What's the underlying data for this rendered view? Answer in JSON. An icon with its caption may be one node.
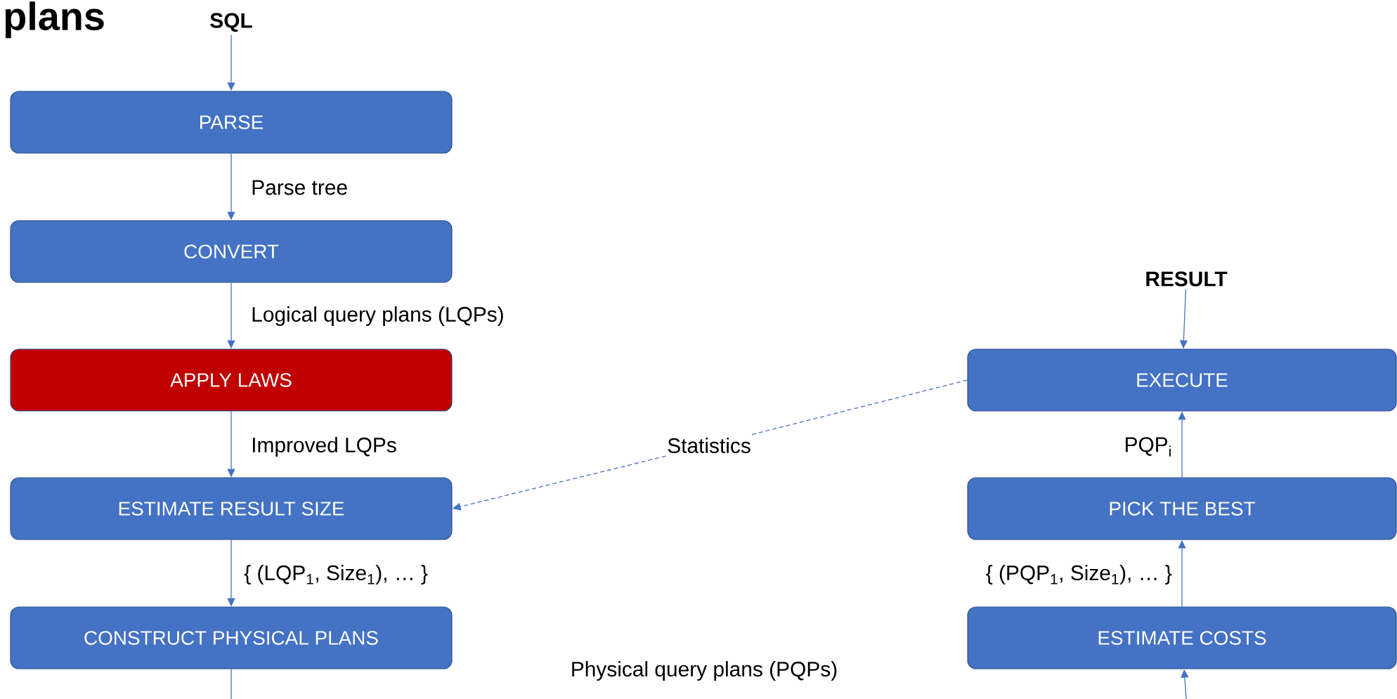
{
  "diagram": {
    "title": "plans",
    "nodes": [
      {
        "text": [
          "SQL"
        ]
      },
      {
        "text": [
          "PARSE"
        ]
      },
      {
        "text": [
          "CONVERT"
        ]
      },
      {
        "text": [
          "APPLY LAWS"
        ]
      },
      {
        "text": [
          "ESTIMATE RESULT SIZE"
        ]
      },
      {
        "text": [
          "CONSTRUCT PHYSICAL PLANS"
        ]
      },
      {
        "text": [
          "RESULT"
        ]
      },
      {
        "text": [
          "EXECUTE"
        ]
      },
      {
        "text": [
          "PICK THE BEST"
        ]
      },
      {
        "text": [
          "ESTIMATE COSTS"
        ]
      },
      {
        "text": [
          "Statistics"
        ]
      }
    ],
    "edges": [
      {
        "from": 0,
        "to": 1,
        "arrow": "to"
      },
      {
        "from": 1,
        "to": 2,
        "arrow": "to",
        "label": "Parse tree"
      },
      {
        "from": 2,
        "to": 3,
        "arrow": "to",
        "label": "Logical query plans (LQPs)"
      },
      {
        "from": 3,
        "to": 4,
        "arrow": "to",
        "label": "Improved LQPs"
      },
      {
        "from": 4,
        "to": 5,
        "arrow": "to",
        "label": "{ (LQP$_{1}$, Size$_{1}$), … }"
      },
      {
        "from": 5,
        "to": null,
        "arrow": "none"
      },
      {
        "from": null,
        "to": 9,
        "arrow": "to"
      },
      {
        "from": 9,
        "to": 8,
        "arrow": "to",
        "label": "{ (PQP$_{1}$, Size$_{1}$), … }"
      },
      {
        "from": 8,
        "to": 7,
        "arrow": "to",
        "label": "PQP$_{i}$"
      },
      {
        "from": 6,
        "to": 7,
        "arrow": "to"
      },
      {
        "from": 7,
        "to": 10,
        "arrow": "none",
        "style": "dashed"
      },
      {
        "from": 10,
        "to": 4,
        "arrow": "to",
        "style": "dashed"
      }
    ],
    "labels": [
      "Physical query plans (PQPs)"
    ]
  }
}
